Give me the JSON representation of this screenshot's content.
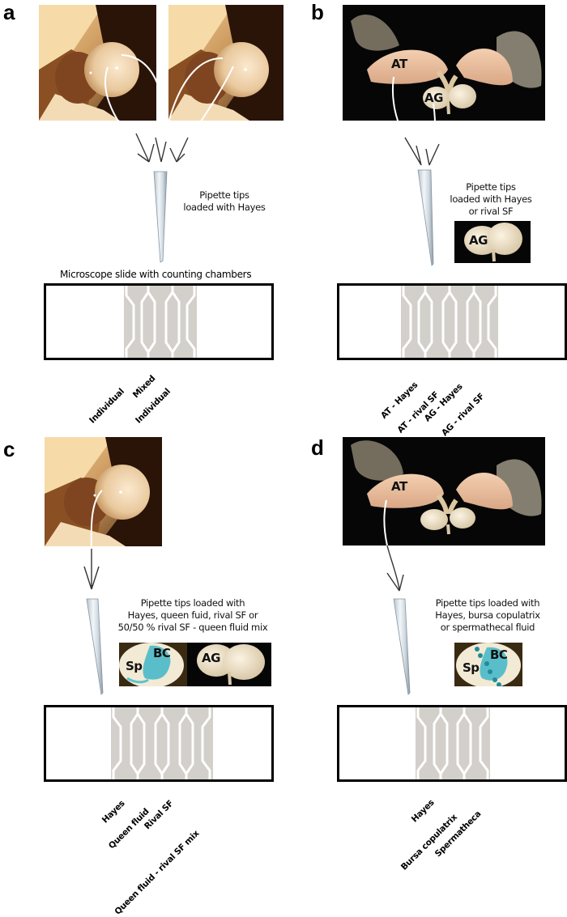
{
  "figure": {
    "panels": [
      {
        "letter": "a",
        "source_images": [
          "Drone endophallus bulb photo (left)",
          "Drone endophallus bulb photo (right)"
        ],
        "pipette_label": [
          "Pipette tips",
          "loaded with Hayes"
        ],
        "slide_title": "Microscope slide with counting chambers",
        "chamber_labels": [
          "Individual",
          "Mixed",
          "Individual"
        ]
      },
      {
        "letter": "b",
        "photo_tags": [
          "AT",
          "AG"
        ],
        "pipette_label": [
          "Pipette tips",
          "loaded with Hayes",
          "or rival SF"
        ],
        "inset_tag": "AG",
        "chamber_labels": [
          "AT - Hayes",
          "AT - rival SF",
          "AG - Hayes",
          "AG - rival SF"
        ]
      },
      {
        "letter": "c",
        "pipette_label": [
          "Pipette tips loaded with",
          "Hayes, queen fuid, rival SF or",
          "50/50 % rival SF - queen fluid mix"
        ],
        "inset_tags": [
          "Sp",
          "BC",
          "AG"
        ],
        "chamber_labels": [
          "Hayes",
          "Queen fluid",
          "Rival SF",
          "Queen fluid - rival SF mix"
        ]
      },
      {
        "letter": "d",
        "photo_tags": [
          "AT"
        ],
        "pipette_label": [
          "Pipette tips loaded with",
          "Hayes, bursa copulatrix",
          "or spermathecal fluid"
        ],
        "inset_tags": [
          "Sp",
          "BC"
        ],
        "chamber_labels": [
          "Hayes",
          "Bursa copulatrix",
          "Spermatheca"
        ]
      }
    ],
    "colors": {
      "chamber_fill": "#d3cfca",
      "slide_border": "#000000",
      "bc_stain": "#3fb6c8",
      "tissue": "#e6bfa0"
    }
  }
}
